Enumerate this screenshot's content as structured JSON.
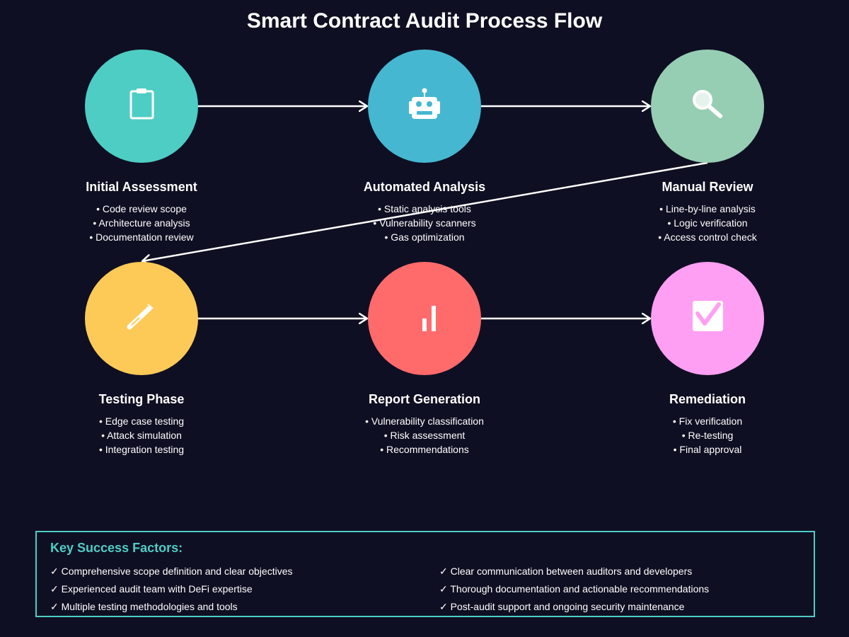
{
  "title": "Smart Contract Audit Process Flow",
  "stages": [
    {
      "title": "Initial Assessment",
      "icon": "clipboard-icon",
      "color": "#4ecdc4",
      "bullets": [
        "• Code review scope",
        "• Architecture analysis",
        "• Documentation review"
      ]
    },
    {
      "title": "Automated Analysis",
      "icon": "robot-icon",
      "color": "#45b7d1",
      "bullets": [
        "• Static analysis tools",
        "• Vulnerability scanners",
        "• Gas optimization"
      ]
    },
    {
      "title": "Manual Review",
      "icon": "magnifier-icon",
      "color": "#96ceb4",
      "bullets": [
        "• Line-by-line analysis",
        "• Logic verification",
        "• Access control check"
      ]
    },
    {
      "title": "Testing Phase",
      "icon": "test-tube-icon",
      "color": "#feca57",
      "bullets": [
        "• Edge case testing",
        "• Attack simulation",
        "• Integration testing"
      ]
    },
    {
      "title": "Report Generation",
      "icon": "bar-chart-icon",
      "color": "#ff6b6b",
      "bullets": [
        "• Vulnerability classification",
        "• Risk assessment",
        "• Recommendations"
      ]
    },
    {
      "title": "Remediation",
      "icon": "check-box-icon",
      "color": "#ff9ff3",
      "bullets": [
        "• Fix verification",
        "• Re-testing",
        "• Final approval"
      ]
    }
  ],
  "key_success_factors": {
    "title": "Key Success Factors:",
    "color": "#4ecdc4",
    "items": [
      "✓ Comprehensive scope definition and clear objectives",
      "✓ Experienced audit team with DeFi expertise",
      "✓ Multiple testing methodologies and tools",
      "✓ Clear communication between auditors and developers",
      "✓ Thorough documentation and actionable recommendations",
      "✓ Post-audit support and ongoing security maintenance"
    ]
  }
}
